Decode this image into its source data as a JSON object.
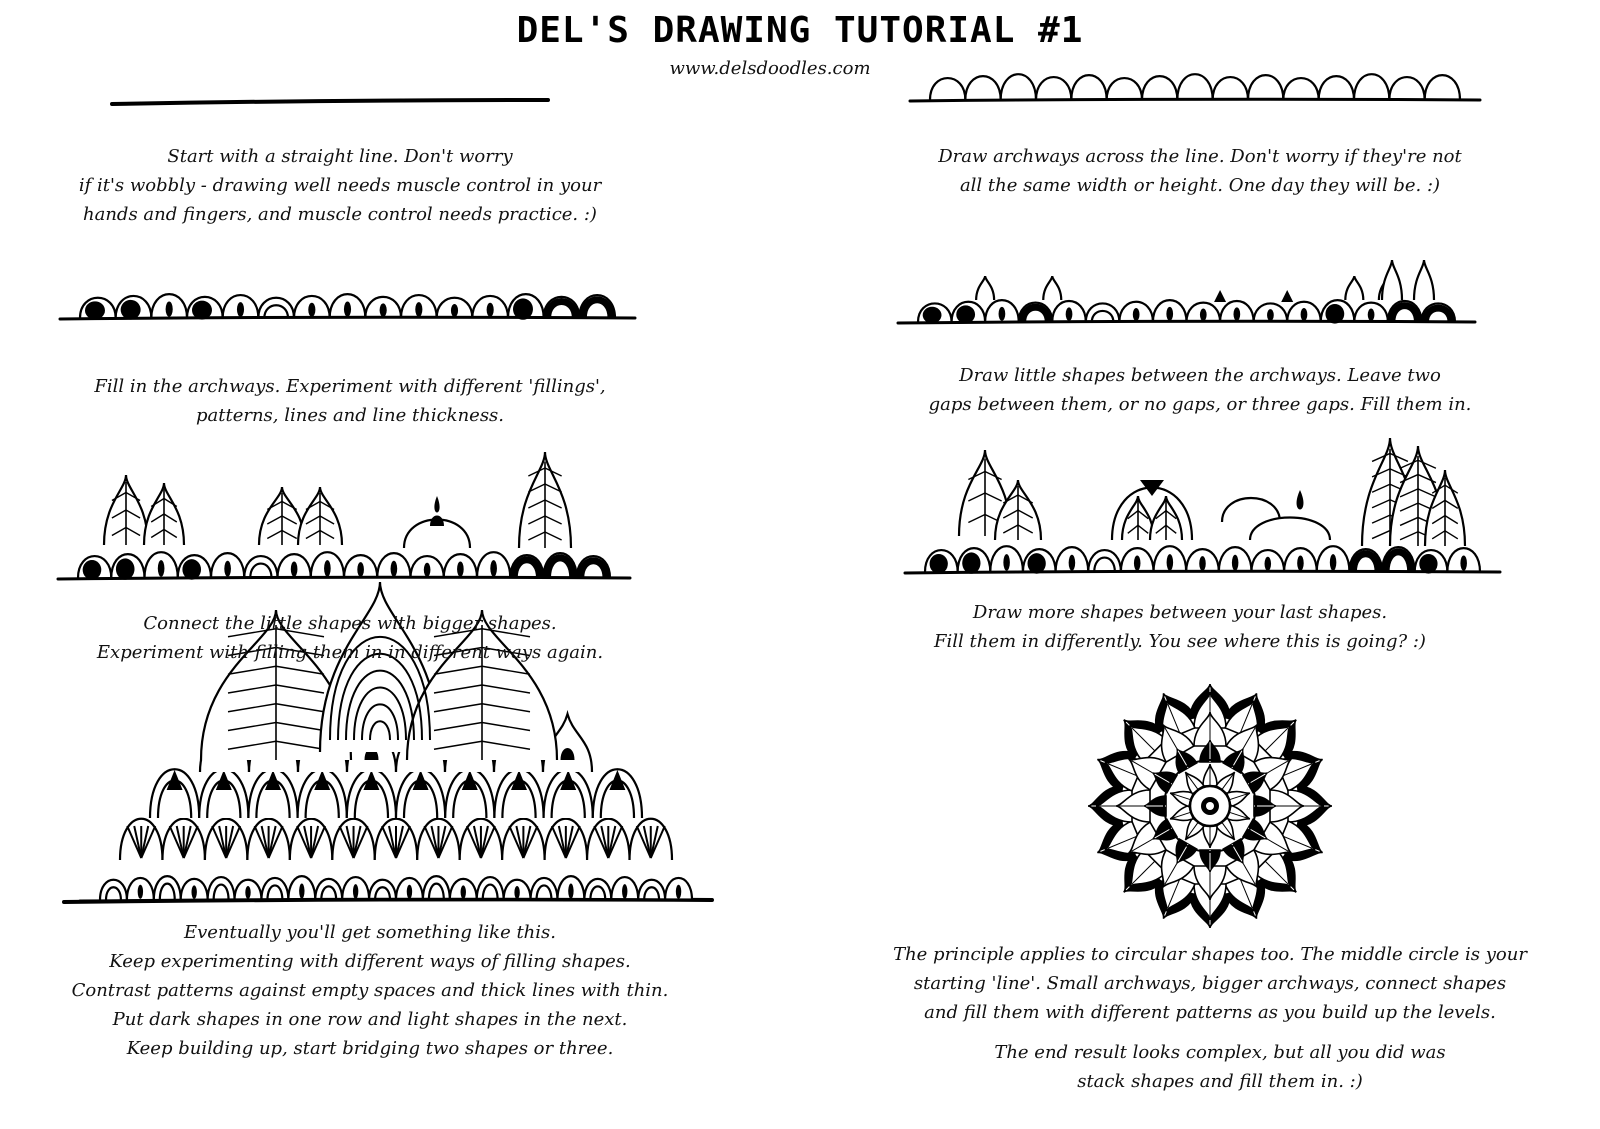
{
  "header": {
    "title": "DEL'S DRAWING TUTORIAL #1",
    "url": "www.delsdoodles.com"
  },
  "steps": [
    {
      "lines": [
        "Start with a straight line. Don't worry",
        "if it's wobbly - drawing well needs muscle control in your",
        "hands and fingers, and muscle control needs practice. :)"
      ]
    },
    {
      "lines": [
        "Draw archways across the line. Don't worry if they're not",
        "all the same width or height. One day they will be. :)"
      ]
    },
    {
      "lines": [
        "Fill in the archways. Experiment with different 'fillings',",
        "patterns, lines and line thickness."
      ]
    },
    {
      "lines": [
        "Draw little shapes between the archways. Leave two",
        "gaps between them, or no gaps, or three gaps. Fill them in."
      ]
    },
    {
      "lines": [
        "Connect the little shapes with bigger shapes.",
        "Experiment with filling them in in different ways again."
      ]
    },
    {
      "lines": [
        "Draw more shapes between your last shapes.",
        "Fill them in differently. You see where this is going? :)"
      ]
    },
    {
      "lines": [
        "Eventually you'll get something like this.",
        "Keep experimenting with different ways of filling shapes.",
        "Contrast patterns against empty spaces and thick lines with thin.",
        "Put dark shapes in one row and light shapes in the next.",
        "Keep building up, start bridging two shapes or three."
      ]
    },
    {
      "lines": [
        "The principle applies to circular shapes too. The middle circle is your",
        "starting 'line'. Small archways, bigger archways, connect shapes",
        "and fill them with different patterns as you build up the levels."
      ]
    },
    {
      "lines": [
        "The end result looks complex, but all you did was",
        "stack shapes and fill them in. :)"
      ]
    }
  ]
}
